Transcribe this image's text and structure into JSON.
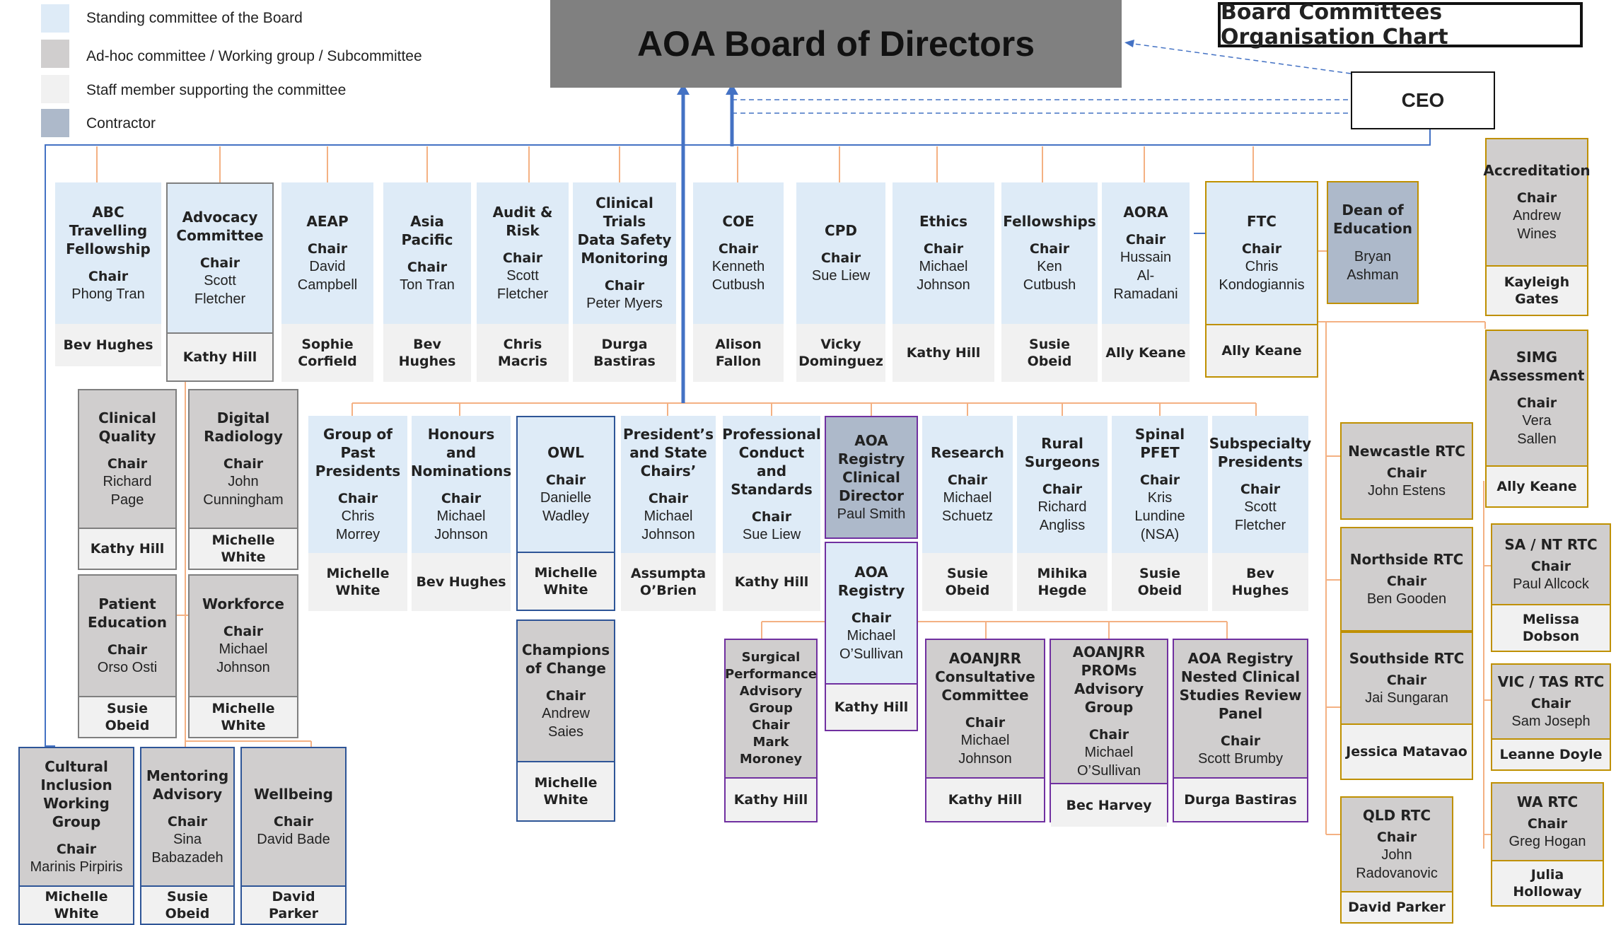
{
  "title": "AOA Board of Directors",
  "chart_title": "Board Committees Organisation Chart",
  "ceo": "CEO",
  "legend": [
    {
      "label": "Standing committee of the Board",
      "color": "#deebf7"
    },
    {
      "label": "Ad-hoc committee / Working group / Subcommittee",
      "color": "#d0cece"
    },
    {
      "label": "Staff member supporting the committee",
      "color": "#f1f1f1"
    },
    {
      "label": "Contractor",
      "color": "#adb9ca"
    }
  ],
  "committees": [
    {
      "id": "abc",
      "name": "ABC\nTravelling\nFellowship",
      "chair_label": "Chair",
      "chair": "Phong Tran",
      "staff": "Bev Hughes"
    },
    {
      "id": "advocacy",
      "name": "Advocacy\nCommittee",
      "chair_label": "Chair",
      "chair": "Scott\nFletcher",
      "staff": "Kathy Hill"
    },
    {
      "id": "aeap",
      "name": "AEAP",
      "chair_label": "Chair",
      "chair": "David\nCampbell",
      "staff": "Sophie\nCorfield"
    },
    {
      "id": "asiapac",
      "name": "Asia\nPacific",
      "chair_label": "Chair",
      "chair": "Ton Tran",
      "staff": "Bev\nHughes"
    },
    {
      "id": "audit",
      "name": "Audit &\nRisk",
      "chair_label": "Chair",
      "chair": "Scott\nFletcher",
      "staff": "Chris\nMacris"
    },
    {
      "id": "trials",
      "name": "Clinical Trials\nData Safety\nMonitoring",
      "chair_label": "Chair",
      "chair": "Peter Myers",
      "staff": "Durga\nBastiras"
    },
    {
      "id": "coe",
      "name": "COE",
      "chair_label": "Chair",
      "chair": "Kenneth\nCutbush",
      "staff": "Alison\nFallon"
    },
    {
      "id": "cpd",
      "name": "CPD",
      "chair_label": "Chair",
      "chair": "Sue Liew",
      "staff": "Vicky\nDominguez"
    },
    {
      "id": "ethics",
      "name": "Ethics",
      "chair_label": "Chair",
      "chair": "Michael\nJohnson",
      "staff": "Kathy Hill"
    },
    {
      "id": "fellowships",
      "name": "Fellowships",
      "chair_label": "Chair",
      "chair": "Ken\nCutbush",
      "staff": "Susie Obeid"
    },
    {
      "id": "aora",
      "name": "AORA",
      "chair_label": "Chair",
      "chair": "Hussain\nAl-\nRamadani",
      "staff": "Ally Keane"
    },
    {
      "id": "ftc",
      "name": "FTC",
      "chair_label": "Chair",
      "chair": "Chris\nKondogiannis",
      "staff": "Ally Keane"
    },
    {
      "id": "dean",
      "name": "Dean of\nEducation",
      "chair_label": "",
      "chair": "Bryan\nAshman",
      "staff": ""
    },
    {
      "id": "accred",
      "name": "Accreditation",
      "chair_label": "Chair",
      "chair": "Andrew\nWines",
      "staff": "Kayleigh\nGates"
    },
    {
      "id": "simg",
      "name": "SIMG\nAssessment",
      "chair_label": "Chair",
      "chair": "Vera\nSallen",
      "staff": "Ally Keane"
    },
    {
      "id": "clinq",
      "name": "Clinical\nQuality",
      "chair_label": "Chair",
      "chair": "Richard\nPage",
      "staff": "Kathy Hill"
    },
    {
      "id": "digrad",
      "name": "Digital\nRadiology",
      "chair_label": "Chair",
      "chair": "John\nCunningham",
      "staff": "Michelle White"
    },
    {
      "id": "patedu",
      "name": "Patient\nEducation",
      "chair_label": "Chair",
      "chair": "Orso Osti",
      "staff": "Susie Obeid"
    },
    {
      "id": "workforce",
      "name": "Workforce",
      "chair_label": "Chair",
      "chair": "Michael\nJohnson",
      "staff": "Michelle White"
    },
    {
      "id": "cultural",
      "name": "Cultural\nInclusion\nWorking Group",
      "chair_label": "Chair",
      "chair": "Marinis Pirpiris",
      "staff": "Michelle White"
    },
    {
      "id": "mentoring",
      "name": "Mentoring\nAdvisory",
      "chair_label": "Chair",
      "chair": "Sina\nBabazadeh",
      "staff": "Susie Obeid"
    },
    {
      "id": "wellbeing",
      "name": "Wellbeing",
      "chair_label": "Chair",
      "chair": "David Bade",
      "staff": "David Parker"
    },
    {
      "id": "gpp",
      "name": "Group of\nPast\nPresidents",
      "chair_label": "Chair",
      "chair": "Chris\nMorrey",
      "staff": "Michelle\nWhite"
    },
    {
      "id": "honours",
      "name": "Honours and\nNominations",
      "chair_label": "Chair",
      "chair": "Michael\nJohnson",
      "staff": "Bev Hughes"
    },
    {
      "id": "owl",
      "name": "OWL",
      "chair_label": "Chair",
      "chair": "Danielle\nWadley",
      "staff": "Michelle\nWhite"
    },
    {
      "id": "presidents",
      "name": "President’s\nand State\nChairs’",
      "chair_label": "Chair",
      "chair": "Michael\nJohnson",
      "staff": "Assumpta\nO’Brien"
    },
    {
      "id": "pcs",
      "name": "Professional\nConduct and\nStandards",
      "chair_label": "Chair",
      "chair": "Sue Liew",
      "staff": "Kathy Hill"
    },
    {
      "id": "regdir",
      "name": "AOA\nRegistry\nClinical\nDirector",
      "chair_label": "",
      "chair": "Paul Smith",
      "staff": ""
    },
    {
      "id": "research",
      "name": "Research",
      "chair_label": "Chair",
      "chair": "Michael\nSchuetz",
      "staff": "Susie\nObeid"
    },
    {
      "id": "rural",
      "name": "Rural\nSurgeons",
      "chair_label": "Chair",
      "chair": "Richard\nAngliss",
      "staff": "Mihika\nHegde"
    },
    {
      "id": "spinal",
      "name": "Spinal PFET",
      "chair_label": "Chair",
      "chair": "Kris\nLundine\n(NSA)",
      "staff": "Susie Obeid"
    },
    {
      "id": "subspec",
      "name": "Subspecialty\nPresidents",
      "chair_label": "Chair",
      "chair": "Scott\nFletcher",
      "staff": "Bev Hughes"
    },
    {
      "id": "champions",
      "name": "Champions\nof Change",
      "chair_label": "Chair",
      "chair": "Andrew\nSaies",
      "staff": "Michelle\nWhite"
    },
    {
      "id": "registry",
      "name": "AOA\nRegistry",
      "chair_label": "Chair",
      "chair": "Michael\nO’Sullivan",
      "staff": "Kathy Hill"
    },
    {
      "id": "surgperf",
      "name": "Surgical\nPerformance\nAdvisory\nGroup\nChair\nMark\nMoroney",
      "chair_label": "",
      "chair": "",
      "staff": "Kathy Hill"
    },
    {
      "id": "consult",
      "name": "AOANJRR\nConsultative\nCommittee",
      "chair_label": "Chair",
      "chair": "Michael\nJohnson",
      "staff": "Kathy Hill"
    },
    {
      "id": "proms",
      "name": "AOANJRR\nPROMs Advisory\nGroup",
      "chair_label": "Chair",
      "chair": "Michael\nO’Sullivan",
      "staff": "Bec Harvey"
    },
    {
      "id": "nested",
      "name": "AOA Registry\nNested Clinical\nStudies Review\nPanel",
      "chair_label": "Chair",
      "chair": "Scott Brumby",
      "staff": "Durga Bastiras"
    },
    {
      "id": "newcastle",
      "name": "Newcastle RTC",
      "chair_label": "Chair",
      "chair": "John Estens",
      "staff": ""
    },
    {
      "id": "northside",
      "name": "Northside RTC",
      "chair_label": "Chair",
      "chair": "Ben Gooden",
      "staff": ""
    },
    {
      "id": "southside",
      "name": "Southside RTC",
      "chair_label": "Chair",
      "chair": "Jai Sungaran",
      "staff": "Jessica Matavao"
    },
    {
      "id": "qld",
      "name": "QLD RTC",
      "chair_label": "Chair",
      "chair": "John\nRadovanovic",
      "staff": "David Parker"
    },
    {
      "id": "sant",
      "name": "SA / NT RTC",
      "chair_label": "Chair",
      "chair": "Paul Allcock",
      "staff": "Melissa\nDobson"
    },
    {
      "id": "victas",
      "name": "VIC / TAS RTC",
      "chair_label": "Chair",
      "chair": "Sam Joseph",
      "staff": "Leanne Doyle"
    },
    {
      "id": "wa",
      "name": "WA RTC",
      "chair_label": "Chair",
      "chair": "Greg Hogan",
      "staff": "Julia\nHolloway"
    }
  ]
}
